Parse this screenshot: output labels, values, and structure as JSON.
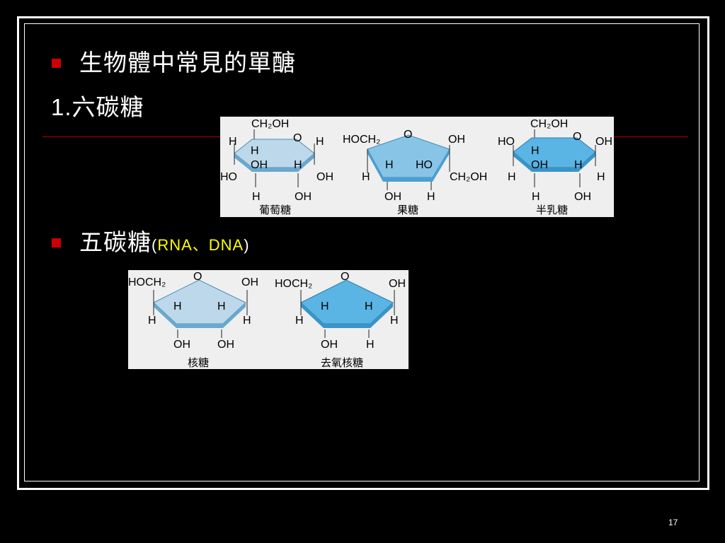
{
  "slide": {
    "title": "生物體中常見的單醣",
    "hexose_number": "1.",
    "hexose_heading": "六碳糖",
    "pentose_heading": "五碳糖",
    "pentose_note_open": "(",
    "pentose_note_text": "RNA、DNA",
    "pentose_note_close": ")",
    "page_number": "17"
  },
  "colors": {
    "bullet": "#cc0000",
    "rule": "#b00000",
    "note": "#ffff00",
    "ring_light": "#bcd8ea",
    "ring_mid": "#88c4e6",
    "ring_dark": "#5ab4e4"
  },
  "hexoses": [
    {
      "caption": "葡萄糖",
      "top": "CH₂OH",
      "ring_o": "O",
      "left_outer": "H",
      "left_inner": "H",
      "right_outer": "H",
      "mid_left": "OH",
      "mid_right": "H",
      "ho": "HO",
      "oh_right": "OH",
      "bottom_left": "H",
      "bottom_right": "OH"
    },
    {
      "caption": "果糖",
      "top_left": "HOCH₂",
      "ring_o": "O",
      "right_top": "OH",
      "mid_left": "H",
      "mid_right": "HO",
      "side_left": "H",
      "side_right": "CH₂OH",
      "bottom_left": "OH",
      "bottom_right": "H"
    },
    {
      "caption": "半乳糖",
      "top": "CH₂OH",
      "ring_o": "O",
      "left_outer": "HO",
      "left_inner": "H",
      "right_outer": "OH",
      "mid_left": "OH",
      "mid_right": "H",
      "side_left": "H",
      "side_right": "H",
      "bottom_left": "H",
      "bottom_right": "OH"
    }
  ],
  "pentoses": [
    {
      "caption": "核糖",
      "top_left": "HOCH₂",
      "ring_o": "O",
      "right_top": "OH",
      "mid_left": "H",
      "mid_right": "H",
      "side_left": "H",
      "side_right": "H",
      "bottom_left": "OH",
      "bottom_right": "OH"
    },
    {
      "caption": "去氧核糖",
      "top_left": "HOCH₂",
      "ring_o": "O",
      "right_top": "OH",
      "mid_left": "H",
      "mid_right": "H",
      "side_left": "H",
      "side_right": "H",
      "bottom_left": "OH",
      "bottom_right": "H"
    }
  ]
}
